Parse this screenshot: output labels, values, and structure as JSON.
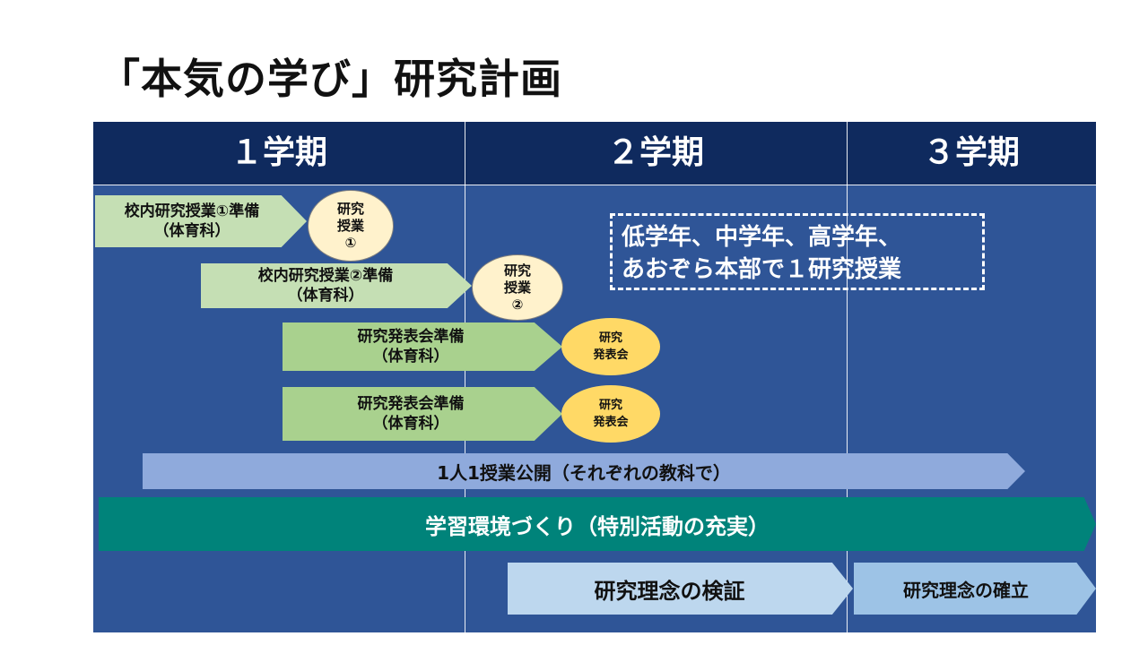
{
  "title": "「本気の学び」研究計画",
  "header": {
    "term1": "１学期",
    "term2": "２学期",
    "term3": "３学期"
  },
  "rows": {
    "prep1": {
      "line1": "校内研究授業①準備",
      "line2": "（体育科）"
    },
    "class1": {
      "line1": "研究",
      "line2": "授業",
      "line3": "①"
    },
    "prep2": {
      "line1": "校内研究授業②準備",
      "line2": "（体育科）"
    },
    "class2": {
      "line1": "研究",
      "line2": "授業",
      "line3": "②"
    },
    "present_prep1": {
      "line1": "研究発表会準備",
      "line2": "（体育科）"
    },
    "present1": {
      "line1": "研究",
      "line2": "発表会"
    },
    "present_prep2": {
      "line1": "研究発表会準備",
      "line2": "（体育科）"
    },
    "present2": {
      "line1": "研究",
      "line2": "発表会"
    },
    "open_class": "1人1授業公開（それぞれの教科で）",
    "environment": "学習環境づくり（特別活動の充実）",
    "verify": "研究理念の検証",
    "establish": "研究理念の確立"
  },
  "note": {
    "line1": "低学年、中学年、高学年、",
    "line2": "あおぞら本部で１研究授業"
  },
  "colors": {
    "board": "#2f5597",
    "header": "#0f2a5e",
    "light_green": "#c5dfb4",
    "green": "#a9d18e",
    "blue": "#8faadc",
    "teal": "#00837a",
    "pale_blue": "#bdd7ee",
    "cream": "#fff2cc",
    "gold": "#ffd966"
  }
}
